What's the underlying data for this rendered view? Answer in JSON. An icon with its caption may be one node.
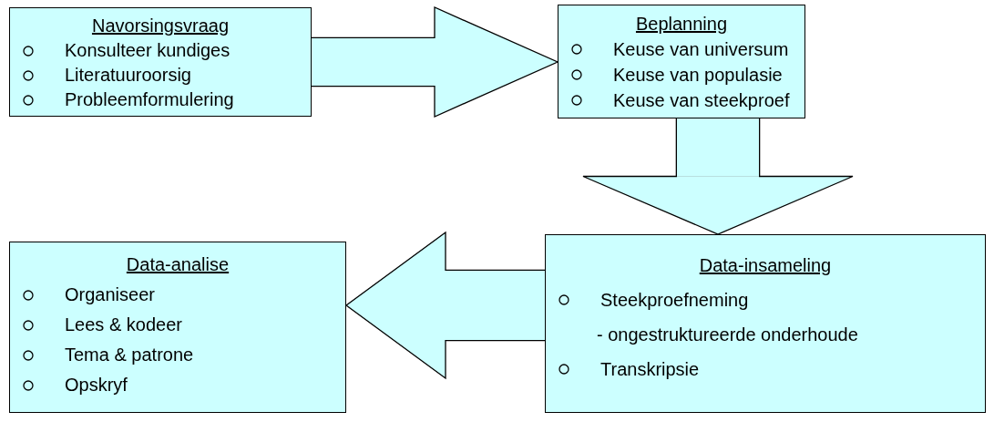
{
  "diagram": {
    "nodes": [
      {
        "text": [
          "Navorsingsvraag",
          "Konsulteer kundiges",
          "Literatuuroorsig",
          "Probleemformulering"
        ]
      },
      {
        "text": [
          "Beplanning",
          "Keuse van universum",
          "Keuse van populasie",
          "Keuse van steekproef"
        ]
      },
      {
        "text": [
          "Data-insameling",
          "Steekproefneming",
          "- ongestruktureerde onderhoude",
          "Transkripsie"
        ]
      },
      {
        "text": [
          "Data-analise",
          "Organiseer",
          "Lees & kodeer",
          "Tema & patrone",
          "Opskryf"
        ]
      }
    ],
    "edges": [
      {
        "from": 0,
        "to": 1,
        "arrow": "to"
      },
      {
        "from": 1,
        "to": 2,
        "arrow": "to"
      },
      {
        "from": 2,
        "to": 3,
        "arrow": "to"
      }
    ]
  }
}
